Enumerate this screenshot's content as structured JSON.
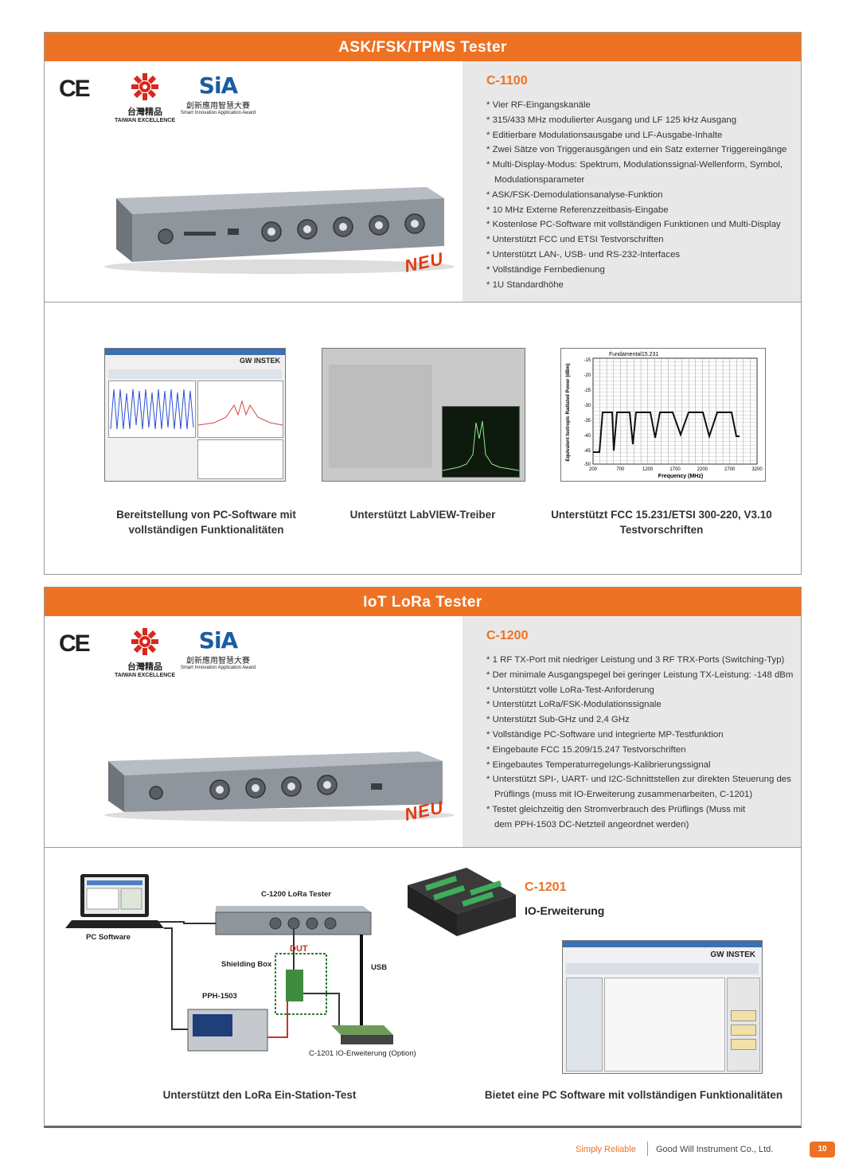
{
  "section1": {
    "banner": "ASK/FSK/TPMS Tester",
    "model": "C-1100",
    "features": [
      "* Vier RF-Eingangskanäle",
      "* 315/433 MHz modulierter Ausgang und LF 125 kHz Ausgang",
      "* Editierbare Modulationsausgabe und LF-Ausgabe-Inhalte",
      "* Zwei Sätze von Triggerausgängen und ein Satz externer Triggereingänge",
      "* Multi-Display-Modus: Spektrum, Modulationssignal-Wellenform, Symbol, Modulationsparameter",
      "* ASK/FSK-Demodulationsanalyse-Funktion",
      "* 10 MHz Externe Referenzzeitbasis-Eingabe",
      "* Kostenlose PC-Software mit vollständigen Funktionen und Multi-Display",
      "* Unterstützt FCC und ETSI Testvorschriften",
      "* Unterstützt LAN-, USB- und RS-232-Interfaces",
      "* Vollständige Fernbedienung",
      "* 1U Standardhöhe"
    ],
    "neu": "NEU",
    "captions": [
      "Bereitstellung von PC-Software mit vollständigen Funktionalitäten",
      "Unterstützt LabVIEW-Treiber",
      "Unterstützt FCC 15.231/ETSI 300-220, V3.10 Testvorschriften"
    ],
    "fcc_chart": {
      "title": "Fundamental15.231",
      "ylabel": "Equivalent Isotropic Radiated Power (dBm)",
      "xlabel": "Frequency (MHz)",
      "yticks": [
        "-15",
        "-20",
        "-25",
        "-30",
        "-35",
        "-40",
        "-45",
        "-50"
      ],
      "xticks": [
        "200",
        "700",
        "1200",
        "1700",
        "2200",
        "2700",
        "3200"
      ]
    },
    "screen1_brand": "GW INSTEK"
  },
  "section2": {
    "banner": "IoT LoRa Tester",
    "model": "C-1200",
    "features": [
      "* 1 RF TX-Port mit niedriger Leistung und 3 RF TRX-Ports (Switching-Typ)",
      "* Der minimale Ausgangspegel bei geringer Leistung TX-Leistung: -148 dBm",
      "* Unterstützt volle LoRa-Test-Anforderung",
      "* Unterstützt LoRa/FSK-Modulationssignale",
      "* Unterstützt Sub-GHz und 2,4 GHz",
      "* Vollständige PC-Software und integrierte MP-Testfunktion",
      "* Eingebaute FCC 15.209/15.247 Testvorschriften",
      "* Eingebautes Temperaturregelungs-Kalibrierungssignal",
      "* Unterstützt SPI-, UART- und I2C-Schnittstellen zur direkten Steuerung des Prüflings (muss mit IO-Erweiterung zusammenarbeiten, C-1201)",
      "* Testet gleichzeitig den Stromverbrauch des Prüflings (Muss mit dem PPH-1503 DC-Netzteil angeordnet werden)"
    ],
    "neu": "NEU",
    "diagram": {
      "pc": "PC Software",
      "tester": "C-1200 LoRa Tester",
      "shield": "Shielding Box",
      "dut": "DUT",
      "usb": "USB",
      "psu": "PPH-1503",
      "io": "C-1201 IO-Erweiterung (Option)"
    },
    "io_model": "C-1201",
    "io_title": "IO-Erweiterung",
    "captions": [
      "Unterstützt den LoRa Ein-Station-Test",
      "Bietet eine PC Software mit vollständigen Funktionalitäten"
    ],
    "screen_brand": "GW INSTEK"
  },
  "logos": {
    "ce": "CE",
    "taiwan_cn": "台灣精品",
    "taiwan_en": "TAIWAN EXCELLENCE",
    "sia_word": "SiA",
    "sia_cn": "創新應用智慧大賽",
    "sia_en": "Smart Innovation Application Award"
  },
  "footer": {
    "slogan": "Simply Reliable",
    "company": "Good Will Instrument Co., Ltd.",
    "page": "10"
  },
  "colors": {
    "accent": "#ee7223",
    "panel": "#e8e8e8",
    "neu": "#e23b12"
  }
}
